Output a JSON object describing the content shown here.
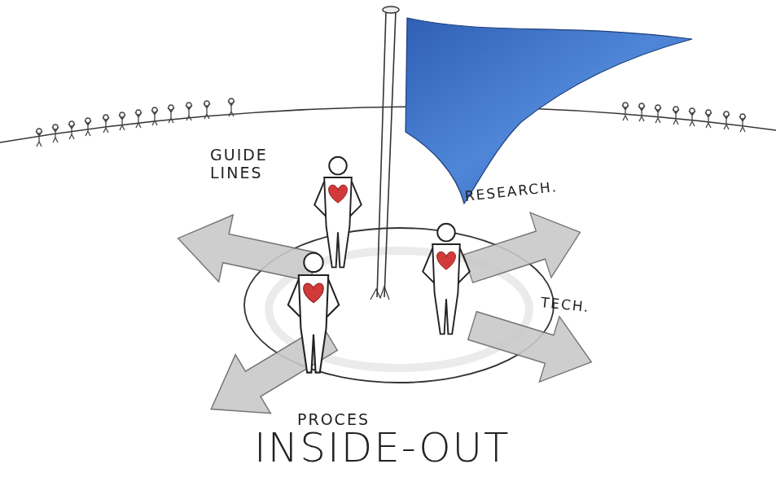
{
  "diagram": {
    "title": "INSIDE-OUT",
    "labels": [
      "GUIDE LINES",
      "RESEARCH.",
      "TECH.",
      "PROCES"
    ]
  }
}
